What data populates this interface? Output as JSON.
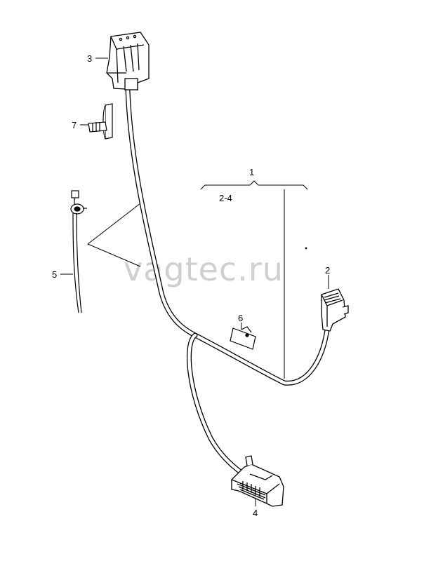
{
  "watermark": "vagtec.ru",
  "callouts": {
    "c1": "1",
    "c24": "2-4",
    "c2": "2",
    "c3": "3",
    "c4": "4",
    "c5": "5",
    "c6": "6",
    "c7": "7"
  }
}
